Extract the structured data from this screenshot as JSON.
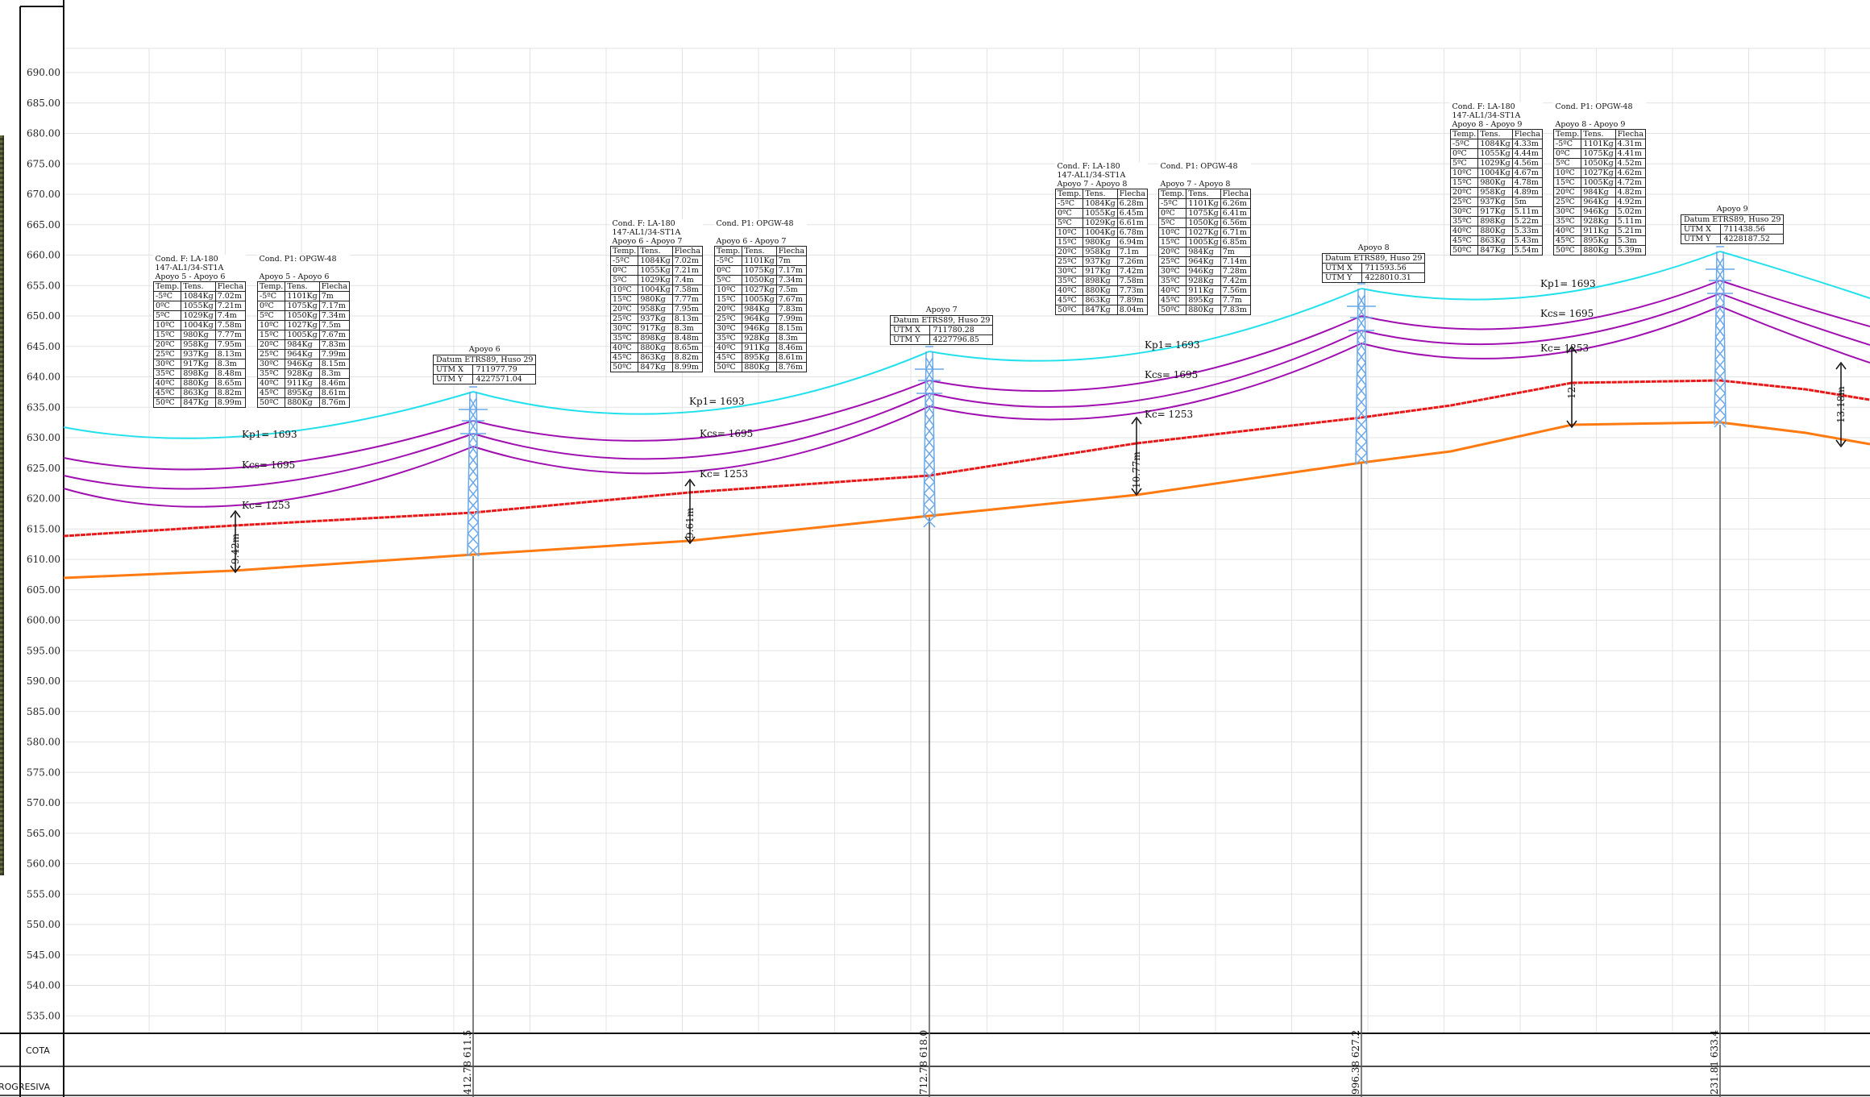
{
  "y_axis": {
    "ticks": [
      "690.00",
      "685.00",
      "680.00",
      "675.00",
      "670.00",
      "665.00",
      "660.00",
      "655.00",
      "650.00",
      "645.00",
      "640.00",
      "635.00",
      "630.00",
      "625.00",
      "620.00",
      "615.00",
      "610.00",
      "605.00",
      "600.00",
      "595.00",
      "590.00",
      "585.00",
      "580.00",
      "575.00",
      "570.00",
      "565.00",
      "560.00",
      "555.00",
      "550.00",
      "545.00",
      "540.00",
      "535.00"
    ]
  },
  "bottom_band": {
    "cota_label": "COTA",
    "progresiva_label": "ROGRESIVA"
  },
  "colors": {
    "kp1": "#22e0ec",
    "kcs": "#a010b0",
    "ground_red": "#e81818",
    "ground_orange": "#ff7a10",
    "tower": "#6aa8e8"
  },
  "curve_labels": {
    "kp1_a": "Kp1= 1693",
    "kcs_a": "Kcs= 1695",
    "kc_a": "Kc= 1253",
    "kp1_b": "Kp1= 1693",
    "kcs_b": "Kcs= 1695",
    "kc_b": "Kc= 1253",
    "kp1_c": "Kp1= 1693",
    "kcs_c": "Kcs= 1695",
    "kc_c": "Kc= 1253",
    "kp1_d": "Kp1= 1693",
    "kcs_d": "Kcs= 1695",
    "kc_d": "Kc= 1253"
  },
  "clearances": {
    "c1": "9.42m",
    "c2": "9.61m",
    "c3": "10.77m",
    "c4": "12.",
    "c5": "13.18m"
  },
  "supports": [
    {
      "name": "Apoyo 6",
      "datum": "Datum ETRS89, Huso 29",
      "utm_x_label": "UTM X",
      "utm_x": "711977.79",
      "utm_y_label": "UTM Y",
      "utm_y": "4227571.04",
      "bottom": "412.78  611.5"
    },
    {
      "name": "Apoyo 7",
      "datum": "Datum ETRS89, Huso 29",
      "utm_x_label": "UTM X",
      "utm_x": "711780.28",
      "utm_y_label": "UTM Y",
      "utm_y": "4227796.85",
      "bottom": "712.78  618.0"
    },
    {
      "name": "Apoyo 8",
      "datum": "Datum ETRS89, Huso 29",
      "utm_x_label": "UTM X",
      "utm_x": "711593.56",
      "utm_y_label": "UTM Y",
      "utm_y": "4228010.31",
      "bottom": "996.38  627.2"
    },
    {
      "name": "Apoyo 9",
      "datum": "Datum ETRS89, Huso 29",
      "utm_x_label": "UTM X",
      "utm_x": "711438.56",
      "utm_y_label": "UTM Y",
      "utm_y": "4228187.52",
      "bottom": "231.81  633.4"
    }
  ],
  "tables": [
    {
      "title1": "Cond. F: LA-180",
      "title2": "147-AL1/34-ST1A",
      "span": "Apoyo 5 - Apoyo 6",
      "headers": [
        "Temp.",
        "Tens.",
        "Flecha"
      ],
      "rows": [
        [
          "-5ºC",
          "1084Kg",
          "7.02m"
        ],
        [
          "0ºC",
          "1055Kg",
          "7.21m"
        ],
        [
          "5ºC",
          "1029Kg",
          "7.4m"
        ],
        [
          "10ºC",
          "1004Kg",
          "7.58m"
        ],
        [
          "15ºC",
          "980Kg",
          "7.77m"
        ],
        [
          "20ºC",
          "958Kg",
          "7.95m"
        ],
        [
          "25ºC",
          "937Kg",
          "8.13m"
        ],
        [
          "30ºC",
          "917Kg",
          "8.3m"
        ],
        [
          "35ºC",
          "898Kg",
          "8.48m"
        ],
        [
          "40ºC",
          "880Kg",
          "8.65m"
        ],
        [
          "45ºC",
          "863Kg",
          "8.82m"
        ],
        [
          "50ºC",
          "847Kg",
          "8.99m"
        ]
      ]
    },
    {
      "title1": "Cond. P1: OPGW-48",
      "title2": "",
      "span": "Apoyo 5 - Apoyo 6",
      "headers": [
        "Temp.",
        "Tens.",
        "Flecha"
      ],
      "rows": [
        [
          "-5ºC",
          "1101Kg",
          "7m"
        ],
        [
          "0ºC",
          "1075Kg",
          "7.17m"
        ],
        [
          "5ºC",
          "1050Kg",
          "7.34m"
        ],
        [
          "10ºC",
          "1027Kg",
          "7.5m"
        ],
        [
          "15ºC",
          "1005Kg",
          "7.67m"
        ],
        [
          "20ºC",
          "984Kg",
          "7.83m"
        ],
        [
          "25ºC",
          "964Kg",
          "7.99m"
        ],
        [
          "30ºC",
          "946Kg",
          "8.15m"
        ],
        [
          "35ºC",
          "928Kg",
          "8.3m"
        ],
        [
          "40ºC",
          "911Kg",
          "8.46m"
        ],
        [
          "45ºC",
          "895Kg",
          "8.61m"
        ],
        [
          "50ºC",
          "880Kg",
          "8.76m"
        ]
      ]
    },
    {
      "title1": "Cond. F: LA-180",
      "title2": "147-AL1/34-ST1A",
      "span": "Apoyo 6 - Apoyo 7",
      "headers": [
        "Temp.",
        "Tens.",
        "Flecha"
      ],
      "rows": [
        [
          "-5ºC",
          "1084Kg",
          "7.02m"
        ],
        [
          "0ºC",
          "1055Kg",
          "7.21m"
        ],
        [
          "5ºC",
          "1029Kg",
          "7.4m"
        ],
        [
          "10ºC",
          "1004Kg",
          "7.58m"
        ],
        [
          "15ºC",
          "980Kg",
          "7.77m"
        ],
        [
          "20ºC",
          "958Kg",
          "7.95m"
        ],
        [
          "25ºC",
          "937Kg",
          "8.13m"
        ],
        [
          "30ºC",
          "917Kg",
          "8.3m"
        ],
        [
          "35ºC",
          "898Kg",
          "8.48m"
        ],
        [
          "40ºC",
          "880Kg",
          "8.65m"
        ],
        [
          "45ºC",
          "863Kg",
          "8.82m"
        ],
        [
          "50ºC",
          "847Kg",
          "8.99m"
        ]
      ]
    },
    {
      "title1": "Cond. P1: OPGW-48",
      "title2": "",
      "span": "Apoyo 6 - Apoyo 7",
      "headers": [
        "Temp.",
        "Tens.",
        "Flecha"
      ],
      "rows": [
        [
          "-5ºC",
          "1101Kg",
          "7m"
        ],
        [
          "0ºC",
          "1075Kg",
          "7.17m"
        ],
        [
          "5ºC",
          "1050Kg",
          "7.34m"
        ],
        [
          "10ºC",
          "1027Kg",
          "7.5m"
        ],
        [
          "15ºC",
          "1005Kg",
          "7.67m"
        ],
        [
          "20ºC",
          "984Kg",
          "7.83m"
        ],
        [
          "25ºC",
          "964Kg",
          "7.99m"
        ],
        [
          "30ºC",
          "946Kg",
          "8.15m"
        ],
        [
          "35ºC",
          "928Kg",
          "8.3m"
        ],
        [
          "40ºC",
          "911Kg",
          "8.46m"
        ],
        [
          "45ºC",
          "895Kg",
          "8.61m"
        ],
        [
          "50ºC",
          "880Kg",
          "8.76m"
        ]
      ]
    },
    {
      "title1": "Cond. F: LA-180",
      "title2": "147-AL1/34-ST1A",
      "span": "Apoyo 7 - Apoyo 8",
      "headers": [
        "Temp.",
        "Tens.",
        "Flecha"
      ],
      "rows": [
        [
          "-5ºC",
          "1084Kg",
          "6.28m"
        ],
        [
          "0ºC",
          "1055Kg",
          "6.45m"
        ],
        [
          "5ºC",
          "1029Kg",
          "6.61m"
        ],
        [
          "10ºC",
          "1004Kg",
          "6.78m"
        ],
        [
          "15ºC",
          "980Kg",
          "6.94m"
        ],
        [
          "20ºC",
          "958Kg",
          "7.1m"
        ],
        [
          "25ºC",
          "937Kg",
          "7.26m"
        ],
        [
          "30ºC",
          "917Kg",
          "7.42m"
        ],
        [
          "35ºC",
          "898Kg",
          "7.58m"
        ],
        [
          "40ºC",
          "880Kg",
          "7.73m"
        ],
        [
          "45ºC",
          "863Kg",
          "7.89m"
        ],
        [
          "50ºC",
          "847Kg",
          "8.04m"
        ]
      ]
    },
    {
      "title1": "Cond. P1: OPGW-48",
      "title2": "",
      "span": "Apoyo 7 - Apoyo 8",
      "headers": [
        "Temp.",
        "Tens.",
        "Flecha"
      ],
      "rows": [
        [
          "-5ºC",
          "1101Kg",
          "6.26m"
        ],
        [
          "0ºC",
          "1075Kg",
          "6.41m"
        ],
        [
          "5ºC",
          "1050Kg",
          "6.56m"
        ],
        [
          "10ºC",
          "1027Kg",
          "6.71m"
        ],
        [
          "15ºC",
          "1005Kg",
          "6.85m"
        ],
        [
          "20ºC",
          "984Kg",
          "7m"
        ],
        [
          "25ºC",
          "964Kg",
          "7.14m"
        ],
        [
          "30ºC",
          "946Kg",
          "7.28m"
        ],
        [
          "35ºC",
          "928Kg",
          "7.42m"
        ],
        [
          "40ºC",
          "911Kg",
          "7.56m"
        ],
        [
          "45ºC",
          "895Kg",
          "7.7m"
        ],
        [
          "50ºC",
          "880Kg",
          "7.83m"
        ]
      ]
    },
    {
      "title1": "Cond. F: LA-180",
      "title2": "147-AL1/34-ST1A",
      "span": "Apoyo 8 - Apoyo 9",
      "headers": [
        "Temp.",
        "Tens.",
        "Flecha"
      ],
      "rows": [
        [
          "-5ºC",
          "1084Kg",
          "4.33m"
        ],
        [
          "0ºC",
          "1055Kg",
          "4.44m"
        ],
        [
          "5ºC",
          "1029Kg",
          "4.56m"
        ],
        [
          "10ºC",
          "1004Kg",
          "4.67m"
        ],
        [
          "15ºC",
          "980Kg",
          "4.78m"
        ],
        [
          "20ºC",
          "958Kg",
          "4.89m"
        ],
        [
          "25ºC",
          "937Kg",
          "5m"
        ],
        [
          "30ºC",
          "917Kg",
          "5.11m"
        ],
        [
          "35ºC",
          "898Kg",
          "5.22m"
        ],
        [
          "40ºC",
          "880Kg",
          "5.33m"
        ],
        [
          "45ºC",
          "863Kg",
          "5.43m"
        ],
        [
          "50ºC",
          "847Kg",
          "5.54m"
        ]
      ]
    },
    {
      "title1": "Cond. P1: OPGW-48",
      "title2": "",
      "span": "Apoyo 8 - Apoyo 9",
      "headers": [
        "Temp.",
        "Tens.",
        "Flecha"
      ],
      "rows": [
        [
          "-5ºC",
          "1101Kg",
          "4.31m"
        ],
        [
          "0ºC",
          "1075Kg",
          "4.41m"
        ],
        [
          "5ºC",
          "1050Kg",
          "4.52m"
        ],
        [
          "10ºC",
          "1027Kg",
          "4.62m"
        ],
        [
          "15ºC",
          "1005Kg",
          "4.72m"
        ],
        [
          "20ºC",
          "984Kg",
          "4.82m"
        ],
        [
          "25ºC",
          "964Kg",
          "4.92m"
        ],
        [
          "30ºC",
          "946Kg",
          "5.02m"
        ],
        [
          "35ºC",
          "928Kg",
          "5.11m"
        ],
        [
          "40ºC",
          "911Kg",
          "5.21m"
        ],
        [
          "45ºC",
          "895Kg",
          "5.3m"
        ],
        [
          "50ºC",
          "880Kg",
          "5.39m"
        ]
      ]
    }
  ]
}
